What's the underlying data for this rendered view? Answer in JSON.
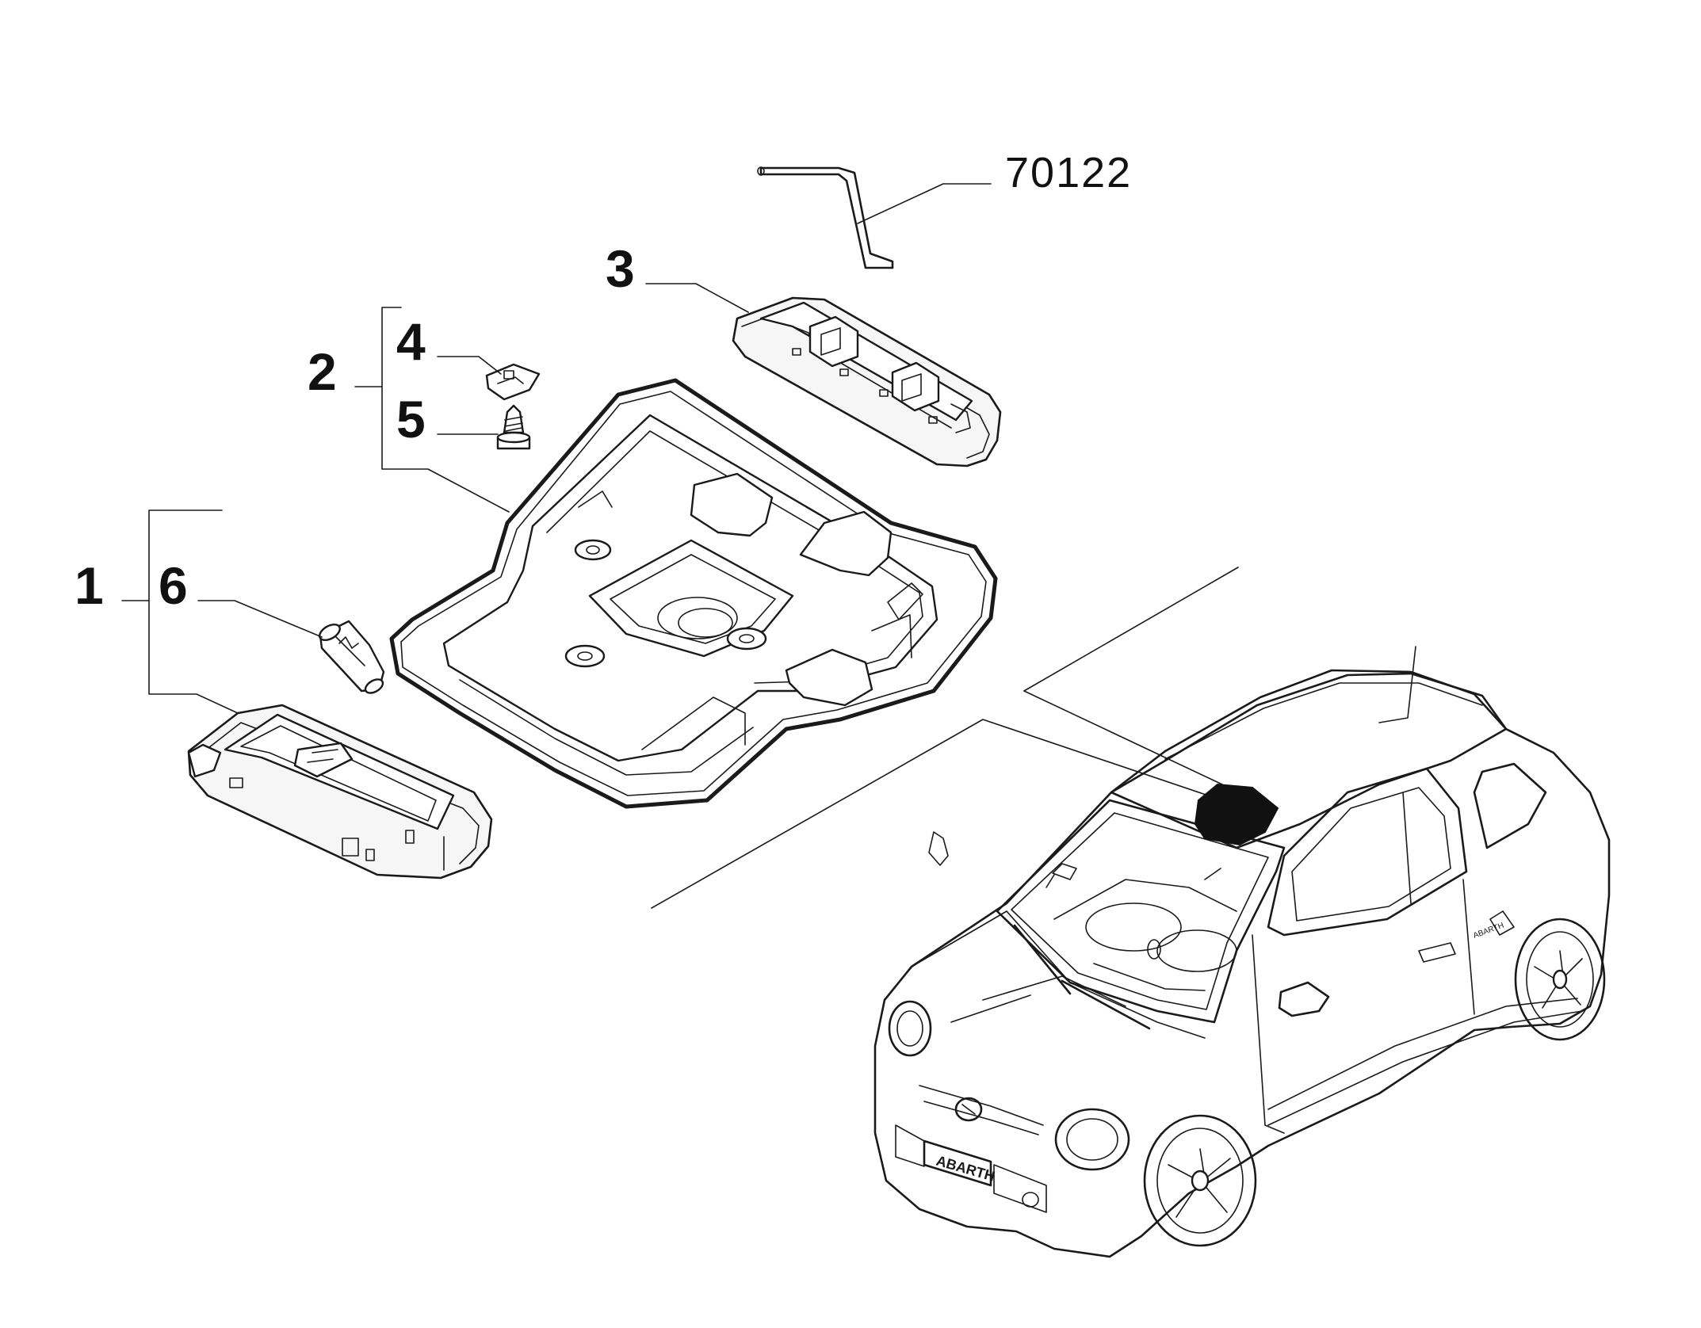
{
  "callouts": {
    "c1": "1",
    "c2": "2",
    "c3": "3",
    "c4": "4",
    "c5": "5",
    "c6": "6",
    "ref": "70122"
  },
  "car_badges": {
    "plate": "ABARTH",
    "side": "ABARTH"
  },
  "colors": {
    "ink": "#1a1a1a",
    "background": "#ffffff",
    "highlight": "#111111"
  }
}
